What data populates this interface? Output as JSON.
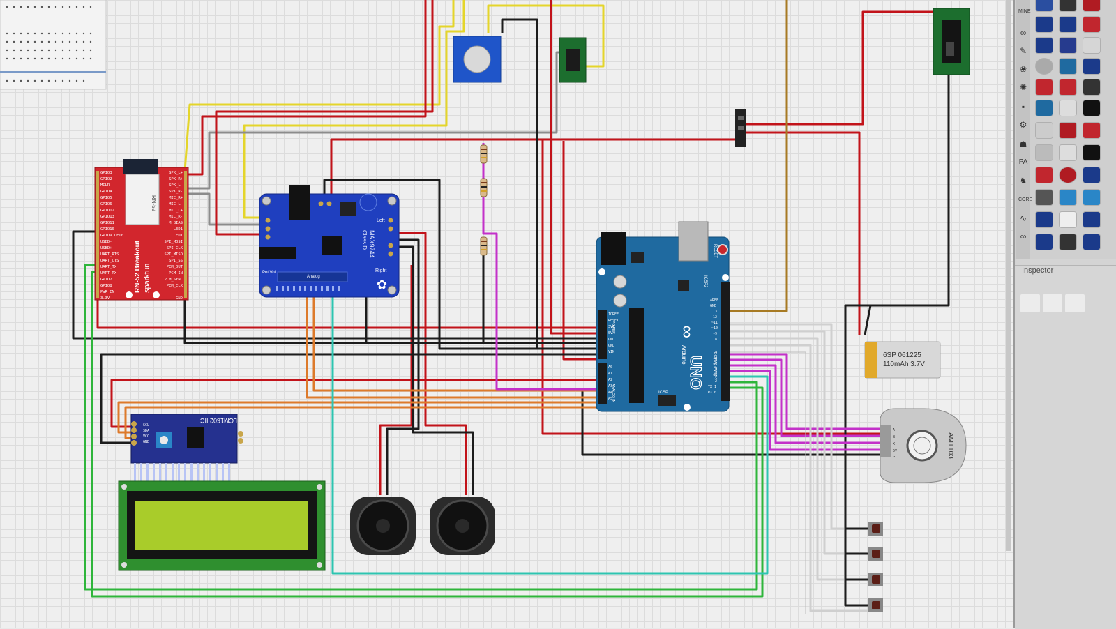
{
  "components": {
    "bluetooth_module": {
      "name": "RN-52 Breakout",
      "brand": "sparkfun",
      "chip": "RN-52",
      "pins_left": [
        "GPIO3",
        "GPIO2",
        "MCLR",
        "GPIO4",
        "GPIO5",
        "GPIO6",
        "GPIO12",
        "GPIO13",
        "GPIO11",
        "GPIO10",
        "GPIO9 LED0",
        "USBD-",
        "USBD+",
        "UART_RTS",
        "UART_CTS",
        "UART_TX",
        "UART_RX",
        "GPIO7",
        "GPIO8",
        "PWR_EN",
        "3.3V"
      ],
      "pins_right": [
        "SPK_L+",
        "SPK_R+",
        "SPK_L-",
        "SPK_R-",
        "MIC_R+",
        "MIC_L-",
        "MIC_L+",
        "MIC_R-",
        "M_BIAS",
        "LED1",
        "LED1",
        "SPI_MOSI",
        "SPI_CLK",
        "SPI_MISO",
        "SPI_SS",
        "PCM_OUT",
        "PCM_IN",
        "PCM_SYNC",
        "PCM_CLK",
        "GND"
      ]
    },
    "amplifier": {
      "name": "MAX9744",
      "subtitle": "Class D",
      "pin_labels": [
        "Left",
        "Right",
        "Pot Vol",
        "Analog"
      ]
    },
    "arduino": {
      "name": "UNO",
      "brand": "Arduino",
      "header_labels": [
        "AREF",
        "GND",
        "13",
        "12",
        "~11",
        "~10",
        "~9",
        "8",
        "7",
        "~6",
        "~5",
        "4",
        "~3",
        "2",
        "TX 1",
        "RX 0"
      ],
      "power_labels": [
        "IOREF",
        "RESET",
        "3V3",
        "5V",
        "GND",
        "GND",
        "VIN"
      ],
      "analog_labels": [
        "A0",
        "A1",
        "A2",
        "A3",
        "A4",
        "A5"
      ],
      "misc": [
        "ICSP",
        "ICSP2",
        "RESET",
        "DIGITAL (PWM~)",
        "ANALOG IN",
        "POWER"
      ]
    },
    "lcd_adapter": {
      "name": "LCM1602 IIC",
      "pins": [
        "SCL",
        "SDA",
        "VCC",
        "GND"
      ]
    },
    "battery": {
      "line1": "6SP 061225",
      "line2": "110mAh 3.7V"
    },
    "encoder": {
      "name": "AMT103",
      "pins": [
        "A",
        "B",
        "X",
        "5V",
        "G"
      ]
    },
    "buttons_count": 4,
    "speakers_count": 2,
    "resistors_count": 3
  },
  "wire_colors": {
    "red": "#c2131a",
    "black": "#1c1c1c",
    "yellow": "#e4d52b",
    "gray": "#8c8c8c",
    "orange": "#dd7a2b",
    "green": "#2fb53b",
    "cyan": "#2ec4b0",
    "magenta": "#c331c9",
    "brown": "#a77a24",
    "white": "#d0d0d0"
  },
  "board_colors": {
    "sparkfun_red": "#d2262d",
    "adafruit_blue": "#1f3fbf",
    "arduino_teal": "#1f6aa0",
    "lcd_green": "#2f8f2f",
    "lcd_screen": "#a9cc2a",
    "iic_blue": "#25318f"
  },
  "panel": {
    "inspector_title": "Inspector",
    "parts_icon_labels": [
      "MINE",
      "CORE",
      "PA"
    ]
  }
}
